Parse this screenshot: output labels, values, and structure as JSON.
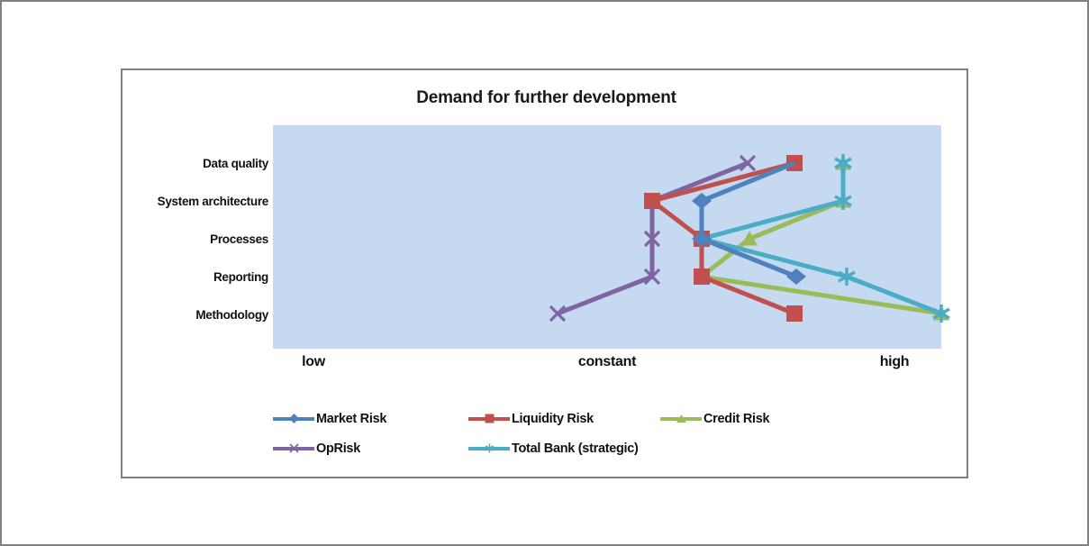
{
  "chart_data": {
    "type": "line",
    "title": "Demand for further development",
    "xlabel": "",
    "ylabel": "",
    "orientation": "categories-on-y",
    "grid": false,
    "legend_position": "bottom",
    "plot_background": "#c5d9f1",
    "categories": [
      "Data quality",
      "System architecture",
      "Processes",
      "Reporting",
      "Methodology"
    ],
    "x_tick_labels": [
      "low",
      "constant",
      "high"
    ],
    "x_tick_values": [
      0,
      50,
      100
    ],
    "xlim": [
      0,
      100
    ],
    "series": [
      {
        "name": "Market Risk",
        "color": "#4F81BD",
        "marker": "diamond",
        "values": [
          78,
          64,
          64,
          78,
          null
        ]
      },
      {
        "name": "Liquidity Risk",
        "color": "#C0504D",
        "marker": "square",
        "values": [
          78,
          57,
          64,
          64,
          78
        ]
      },
      {
        "name": "Credit Risk",
        "color": "#9BBB59",
        "marker": "triangle",
        "values": [
          85,
          85,
          71,
          64,
          100
        ]
      },
      {
        "name": "OpRisk",
        "color": "#8064A2",
        "marker": "x",
        "values": [
          71,
          57,
          57,
          57,
          43
        ]
      },
      {
        "name": "Total Bank (strategic)",
        "color": "#4BACC6",
        "marker": "asterisk",
        "values": [
          85,
          85,
          64,
          85,
          100
        ]
      }
    ]
  },
  "chart": {
    "title": "Demand for further development",
    "y_axis": {
      "labels": [
        "Data quality",
        "System architecture",
        "Processes",
        "Reporting",
        "Methodology"
      ]
    },
    "x_axis": {
      "labels": [
        "low",
        "constant",
        "high"
      ]
    },
    "legend": {
      "entries": [
        {
          "label": "Market Risk",
          "color": "#4F81BD",
          "marker": "diamond"
        },
        {
          "label": "Liquidity Risk",
          "color": "#C0504D",
          "marker": "square"
        },
        {
          "label": "Credit Risk",
          "color": "#9BBB59",
          "marker": "triangle"
        },
        {
          "label": "OpRisk",
          "color": "#8064A2",
          "marker": "x"
        },
        {
          "label": "Total Bank (strategic)",
          "color": "#4BACC6",
          "marker": "asterisk"
        }
      ]
    },
    "colors": {
      "plot_background": "#c5d9f1",
      "frame_border": "#808080",
      "text": "#111111"
    }
  }
}
